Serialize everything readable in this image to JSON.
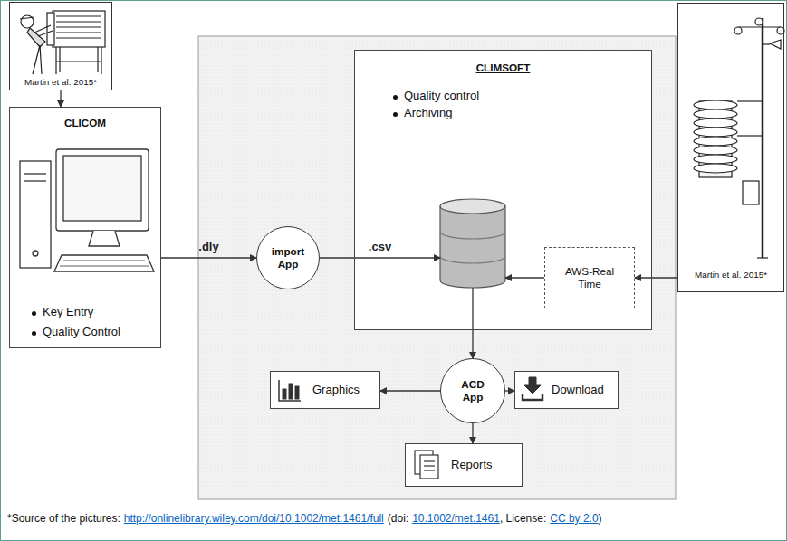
{
  "diagram": {
    "nodes": [
      {
        "text": [
          "CLICOM",
          "Key Entry",
          "Quality Control"
        ]
      },
      {
        "text": [
          "import App"
        ]
      },
      {
        "text": [
          "CLIMSOFT",
          "Quality control",
          "Archiving"
        ]
      },
      {
        "text": [
          "AWS-Real Time"
        ],
        "in": 2
      },
      {
        "text": [
          "ACD App"
        ]
      },
      {
        "text": [
          "Graphics"
        ]
      },
      {
        "text": [
          "Download"
        ]
      },
      {
        "text": [
          "Reports"
        ]
      },
      {
        "text": [
          "Martin et al. 2015*"
        ]
      },
      {
        "text": [
          "Martin et al. 2015*"
        ]
      }
    ],
    "edges": [
      {
        "from": 8,
        "to": 0,
        "arrow": "to"
      },
      {
        "from": 0,
        "to": 1,
        "label": ".dly",
        "arrow": "to"
      },
      {
        "from": 1,
        "to": 2,
        "label": ".csv",
        "arrow": "to"
      },
      {
        "from": 9,
        "to": 3,
        "arrow": "to"
      },
      {
        "from": 3,
        "to": 2,
        "arrow": "to"
      },
      {
        "from": 2,
        "to": 4,
        "arrow": "to"
      },
      {
        "from": 4,
        "to": 5,
        "arrow": "to"
      },
      {
        "from": 4,
        "to": 6,
        "arrow": "to"
      },
      {
        "from": 4,
        "to": 7,
        "arrow": "to"
      }
    ],
    "labels": [
      "*Source of the pictures:",
      "http://onlinelibrary.wiley.com/doi/10.1002/met.1461/full",
      "(doi:",
      "10.1002/met.1461",
      ", License:",
      "CC by 2.0",
      ")"
    ]
  }
}
